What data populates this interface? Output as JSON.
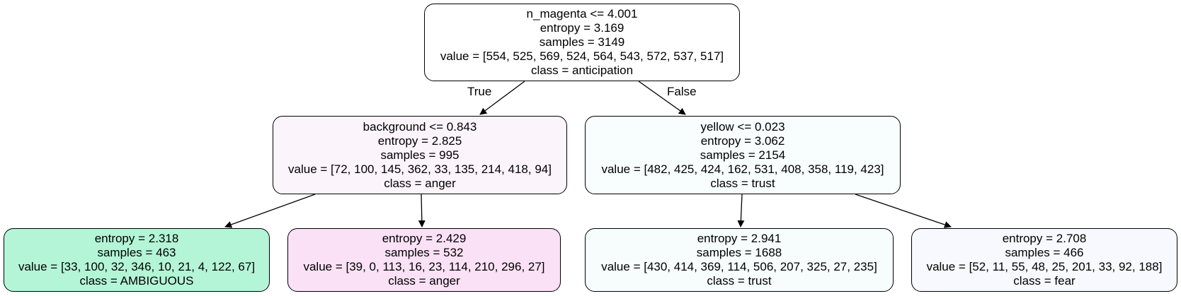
{
  "tree": {
    "root": {
      "lines": [
        "n_magenta <= 4.001",
        "entropy = 3.169",
        "samples = 3149",
        "value = [554, 525, 569, 524, 564, 543, 572, 537, 517]",
        "class = anticipation"
      ],
      "fill": "#ffffff"
    },
    "left": {
      "lines": [
        "background <= 0.843",
        "entropy = 2.825",
        "samples = 995",
        "value = [72, 100, 145, 362, 33, 135, 214, 418, 94]",
        "class = anger"
      ],
      "fill": "#fcf4fb"
    },
    "right": {
      "lines": [
        "yellow <= 0.023",
        "entropy = 3.062",
        "samples = 2154",
        "value = [482, 425, 424, 162, 531, 408, 358, 119, 423]",
        "class = trust"
      ],
      "fill": "#f8fdfd"
    },
    "left_left": {
      "lines": [
        "entropy = 2.318",
        "samples = 463",
        "value = [33, 100, 32, 346, 10, 21, 4, 122, 67]",
        "class = AMBIGUOUS"
      ],
      "fill": "#b4f5d7"
    },
    "left_right": {
      "lines": [
        "entropy = 2.429",
        "samples = 532",
        "value = [39, 0, 113, 16, 23, 114, 210, 296, 27]",
        "class = anger"
      ],
      "fill": "#fae1f6"
    },
    "right_left": {
      "lines": [
        "entropy = 2.941",
        "samples = 1688",
        "value = [430, 414, 369, 114, 506, 207, 325, 27, 235]",
        "class = trust"
      ],
      "fill": "#f6fdfc"
    },
    "right_right": {
      "lines": [
        "entropy = 2.708",
        "samples = 466",
        "value = [52, 11, 55, 48, 25, 201, 33, 92, 188]",
        "class = fear"
      ],
      "fill": "#f8f9fe"
    }
  },
  "edge_labels": {
    "true_label": "True",
    "false_label": "False"
  }
}
